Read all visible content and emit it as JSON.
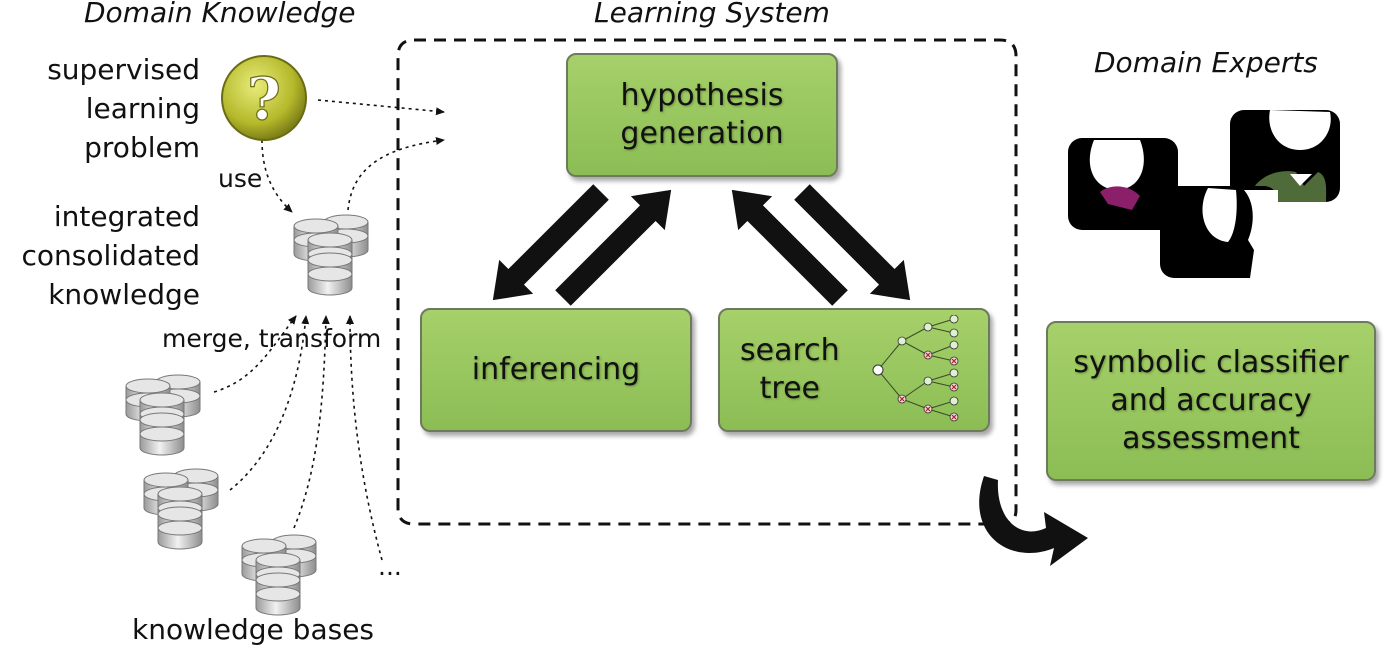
{
  "headings": {
    "domain_knowledge": "Domain Knowledge",
    "learning_system": "Learning System",
    "domain_experts": "Domain Experts"
  },
  "domain_knowledge": {
    "problem_lines": [
      "supervised",
      "learning",
      "problem"
    ],
    "use_label": "use",
    "integrated_lines": [
      "integrated",
      "consolidated",
      "knowledge"
    ],
    "merge_label": "merge, transform",
    "ellipsis": "...",
    "knowledge_bases_label": "knowledge bases"
  },
  "learning_system": {
    "hypothesis_lines": [
      "hypothesis",
      "generation"
    ],
    "inferencing": "inferencing",
    "search_tree_lines": [
      "search",
      "tree"
    ]
  },
  "output": {
    "classifier_lines": [
      "symbolic classifier",
      "and accuracy",
      "assessment"
    ]
  },
  "colors": {
    "box_fill": "#9bc763",
    "box_border": "#6d7a5e",
    "question_icon": "#b4b82a",
    "expert_scarf": "#8b1f6a",
    "expert_shirt": "#4f6b3a"
  }
}
